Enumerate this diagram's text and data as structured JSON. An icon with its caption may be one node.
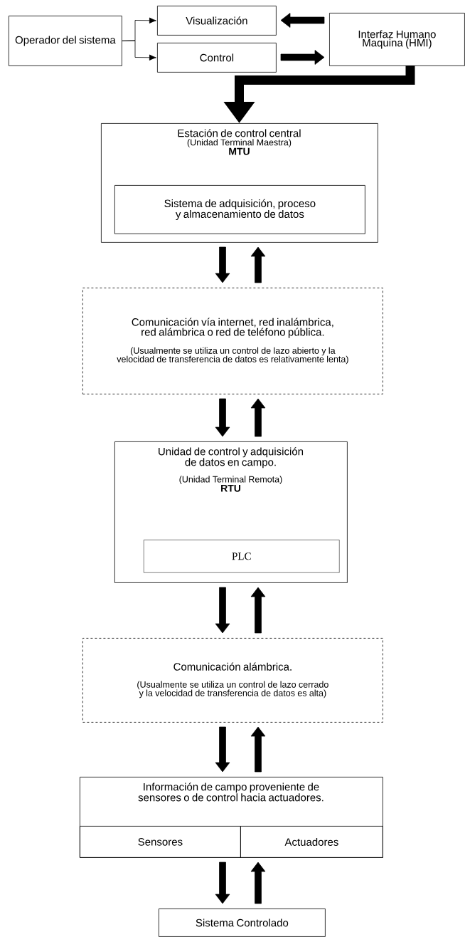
{
  "diagram": {
    "nodes": [
      {
        "text": [
          "Operador del sistema"
        ]
      },
      {
        "text": [
          "Visualización"
        ]
      },
      {
        "text": [
          "Control"
        ]
      },
      {
        "text": [
          "Interfaz Humano Maquina (HMI)"
        ]
      },
      {
        "text": [
          "Estación de control central",
          "(Unidad Terminal Maestra)",
          "MTU"
        ]
      },
      {
        "text": [
          "Sistema de adquisición, proceso y almacenamiento de datos"
        ],
        "in": 4
      },
      {
        "text": [
          "Comunicación vía internet, red inalámbrica, red alámbrica o red de teléfono pública.",
          "(Usualmente se utiliza un control de lazo abierto y la velocidad de transferencia de datos es relativamente lenta)"
        ]
      },
      {
        "text": [
          "Unidad de control y adquisición de datos en campo.",
          "(Unidad Terminal Remota)",
          "RTU"
        ]
      },
      {
        "text": [
          "PLC"
        ],
        "in": 7
      },
      {
        "text": [
          "Comunicación alámbrica.",
          "(Usualmente se utiliza un control de lazo cerrado y la velocidad de transferencia de datos es alta)"
        ]
      },
      {
        "text": [
          "Información de campo proveniente de sensores o de control hacia actuadores."
        ]
      },
      {
        "text": [
          "Sensores"
        ],
        "in": 10
      },
      {
        "text": [
          "Actuadores"
        ],
        "in": 10
      },
      {
        "text": [
          "Sistema Controlado"
        ]
      }
    ],
    "edges": [
      {
        "from": 0,
        "to": 1,
        "arrow": "to"
      },
      {
        "from": 0,
        "to": 2,
        "arrow": "to"
      },
      {
        "from": 3,
        "to": 1,
        "arrow": "to"
      },
      {
        "from": 2,
        "to": 3,
        "arrow": "to"
      },
      {
        "from": 3,
        "to": 4,
        "arrow": "to",
        "style": "thick"
      },
      {
        "from": 4,
        "to": 6,
        "arrow": "to"
      },
      {
        "from": 6,
        "to": 4,
        "arrow": "to"
      },
      {
        "from": 6,
        "to": 7,
        "arrow": "to"
      },
      {
        "from": 7,
        "to": 6,
        "arrow": "to"
      },
      {
        "from": 7,
        "to": 9,
        "arrow": "to"
      },
      {
        "from": 9,
        "to": 7,
        "arrow": "to"
      },
      {
        "from": 9,
        "to": 10,
        "arrow": "to"
      },
      {
        "from": 10,
        "to": 9,
        "arrow": "to"
      },
      {
        "from": 10,
        "to": 13,
        "arrow": "to"
      },
      {
        "from": 13,
        "to": 10,
        "arrow": "to"
      }
    ]
  }
}
